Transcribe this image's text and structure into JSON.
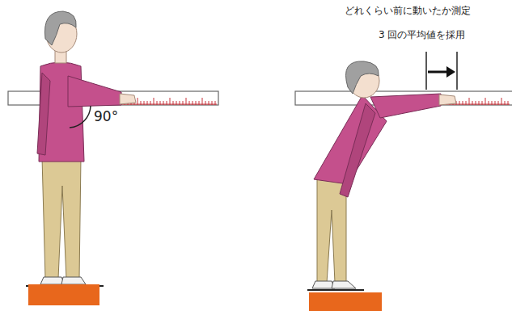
{
  "diagram": {
    "labels": [
      "90°",
      "どれくらい前に動いたか測定",
      "3 回の平均値を採用"
    ]
  }
}
